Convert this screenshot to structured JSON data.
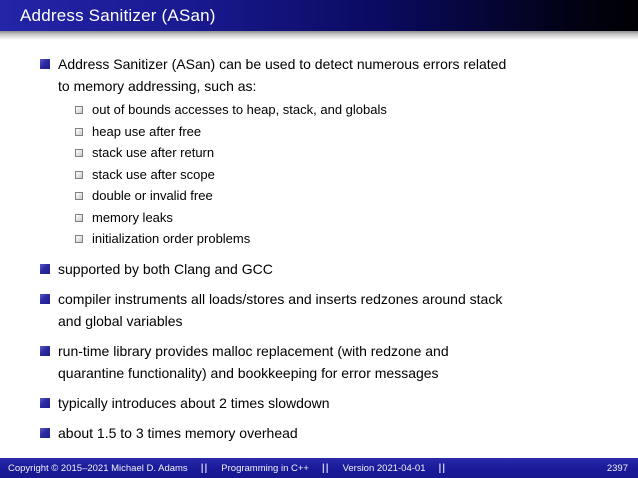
{
  "header": {
    "title": "Address Sanitizer (ASan)"
  },
  "content": {
    "bullets": [
      {
        "text": "Address Sanitizer (ASan) can be used to detect numerous errors related\nto memory addressing, such as:",
        "subs": [
          "out of bounds accesses to heap, stack, and globals",
          "heap use after free",
          "stack use after return",
          "stack use after scope",
          "double or invalid free",
          "memory leaks",
          "initialization order problems"
        ]
      },
      {
        "text": "supported by both Clang and GCC"
      },
      {
        "text": "compiler instruments all loads/stores and inserts redzones around stack\nand global variables"
      },
      {
        "text": "run-time library provides malloc replacement (with redzone and\nquarantine functionality) and bookkeeping for error messages"
      },
      {
        "text": "typically introduces about 2 times slowdown"
      },
      {
        "text": "about 1.5 to 3 times memory overhead"
      }
    ]
  },
  "footer": {
    "copyright": "Copyright © 2015–2021 Michael D. Adams",
    "separator": "||",
    "course": "Programming in C++",
    "version": "Version 2021-04-01",
    "page": "2397"
  },
  "colors": {
    "header_gradient_start": "#2424a8",
    "header_gradient_end": "#000004",
    "footer_blue": "#1b1b9c",
    "bullet_blue": "#2c2ca2",
    "title_text": "#ffffff"
  }
}
